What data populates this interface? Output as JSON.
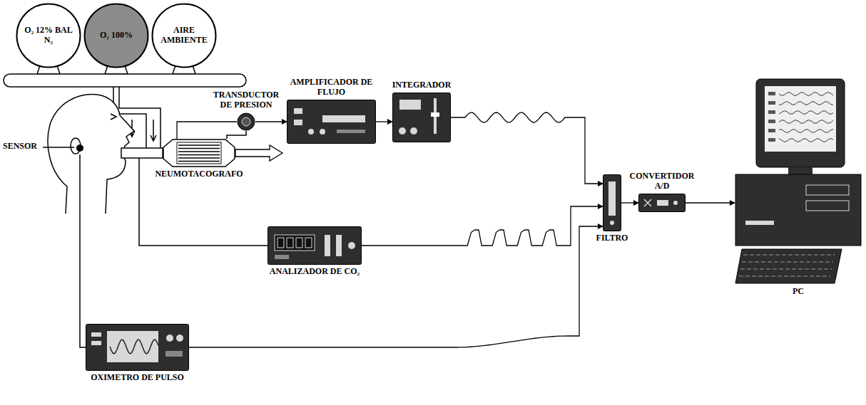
{
  "diagram": {
    "nodes": [
      {
        "text": [
          "O₂ 12% BAL N₂"
        ]
      },
      {
        "text": [
          "O₂ 100%"
        ]
      },
      {
        "text": [
          "AIRE AMBIENTE"
        ]
      },
      {
        "text": [
          "TRANSDUCTOR DE PRESION"
        ]
      },
      {
        "text": [
          "AMPLIFICADOR DE FLUJO"
        ]
      },
      {
        "text": [
          "INTEGRADOR"
        ]
      },
      {
        "text": [
          "NEUMOTACOGRAFO"
        ]
      },
      {
        "text": [
          "ANALIZADOR DE CO₂"
        ]
      },
      {
        "text": [
          "FILTRO"
        ]
      },
      {
        "text": [
          "CONVERTIDOR A/D"
        ]
      },
      {
        "text": [
          "OXIMETRO DE PULSO"
        ]
      },
      {
        "text": [
          "PC"
        ]
      }
    ],
    "edges": [
      {
        "from": 6,
        "to": 3,
        "arrow": "none"
      },
      {
        "from": 3,
        "to": 4,
        "arrow": "to"
      },
      {
        "from": 4,
        "to": 5,
        "arrow": "to"
      },
      {
        "from": 5,
        "to": 8,
        "arrow": "to"
      },
      {
        "from": 7,
        "to": 8,
        "arrow": "to"
      },
      {
        "from": 10,
        "to": 8,
        "arrow": "to"
      },
      {
        "from": 8,
        "to": 9,
        "arrow": "to"
      },
      {
        "from": 9,
        "to": 11,
        "arrow": "to"
      }
    ],
    "labels": [
      "SENSOR"
    ]
  }
}
